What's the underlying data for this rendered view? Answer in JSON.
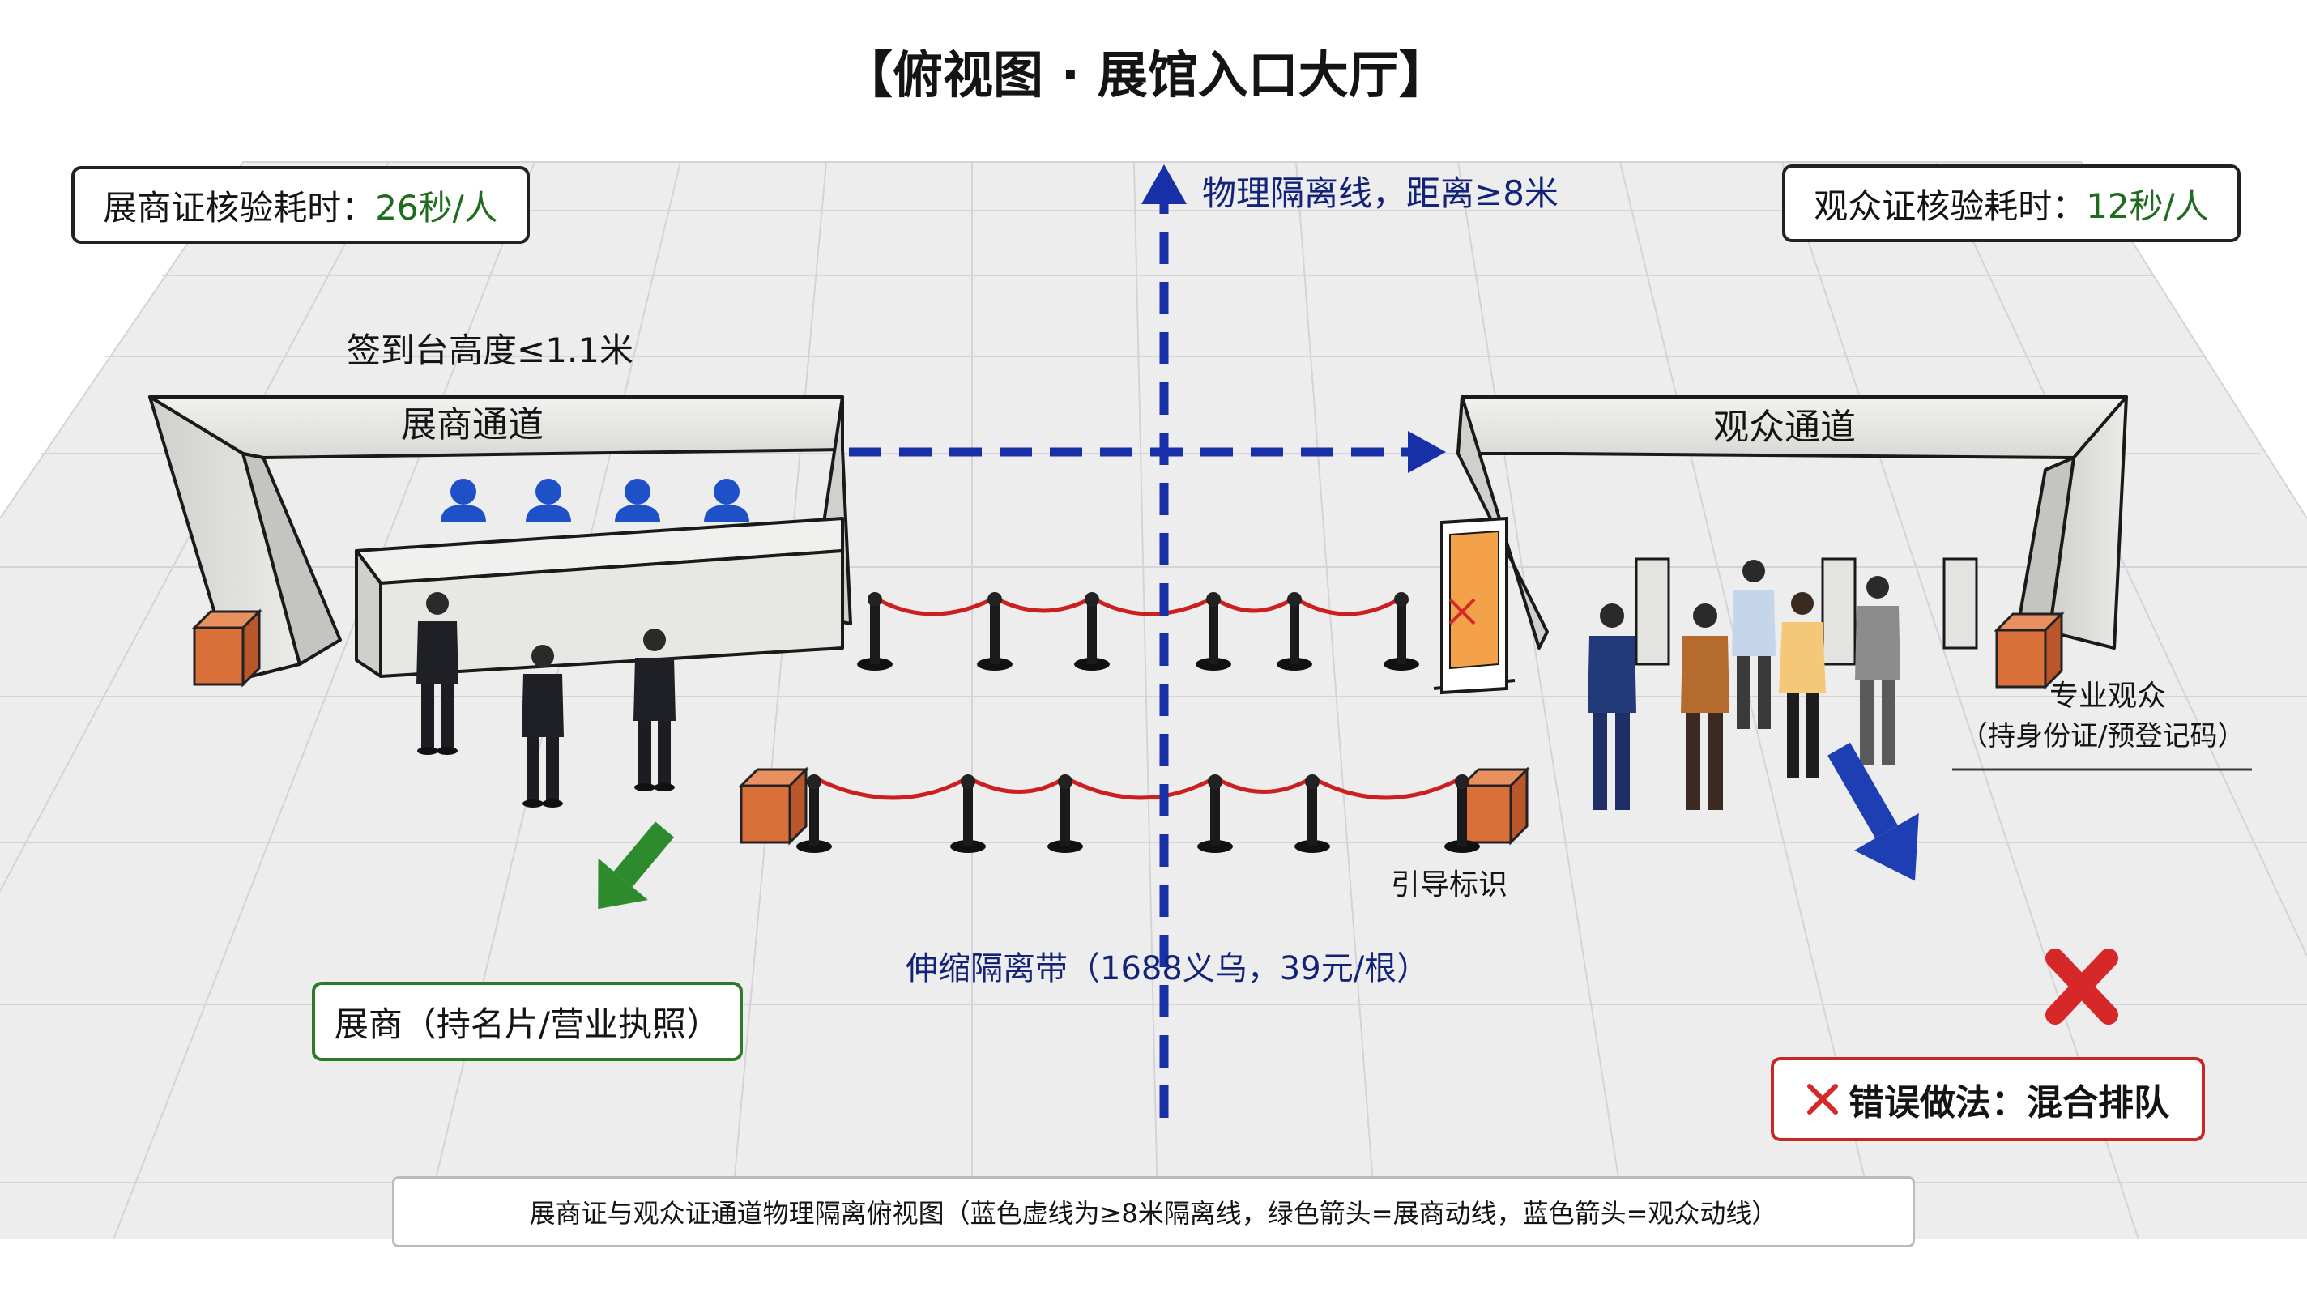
{
  "title": "【俯视图 · 展馆入口大厅】",
  "exhibitor_time": {
    "label": "展商证核验耗时：",
    "value": "26秒/人"
  },
  "visitor_time": {
    "label": "观众证核验耗时：",
    "value": "12秒/人"
  },
  "separation_line_label": "物理隔离线，距离≥8米",
  "desk_height_label": "签到台高度≤1.1米",
  "exhibitor_channel_label": "展商通道",
  "visitor_channel_label": "观众通道",
  "professional_visitor": {
    "title": "专业观众",
    "detail": "（持身份证/预登记码）"
  },
  "guide_sign_label": "引导标识",
  "stanchion_label": "伸缩隔离带（1688义乌，39元/根）",
  "exhibitor_box_label": "展商（持名片/营业执照）",
  "wrong_practice_label": "错误做法：混合排队",
  "caption": "展商证与观众证通道物理隔离俯视图（蓝色虚线为≥8米隔离线，绿色箭头=展商动线，蓝色箭头=观众动线）",
  "colors": {
    "separation_blue": "#1730a8",
    "exhibitor_green": "#2d8a2d",
    "wrong_red": "#d62828",
    "rope_red": "#cc1f1f",
    "staff_blue": "#1e50c8",
    "box_orange": "#d9703a"
  },
  "icons": [
    "up-arrow-icon",
    "right-arrow-icon",
    "green-arrow-icon",
    "blue-arrow-icon",
    "red-x-icon",
    "small-x-icon",
    "person-icon",
    "box-icon",
    "stanchion-icon",
    "sign-icon"
  ]
}
